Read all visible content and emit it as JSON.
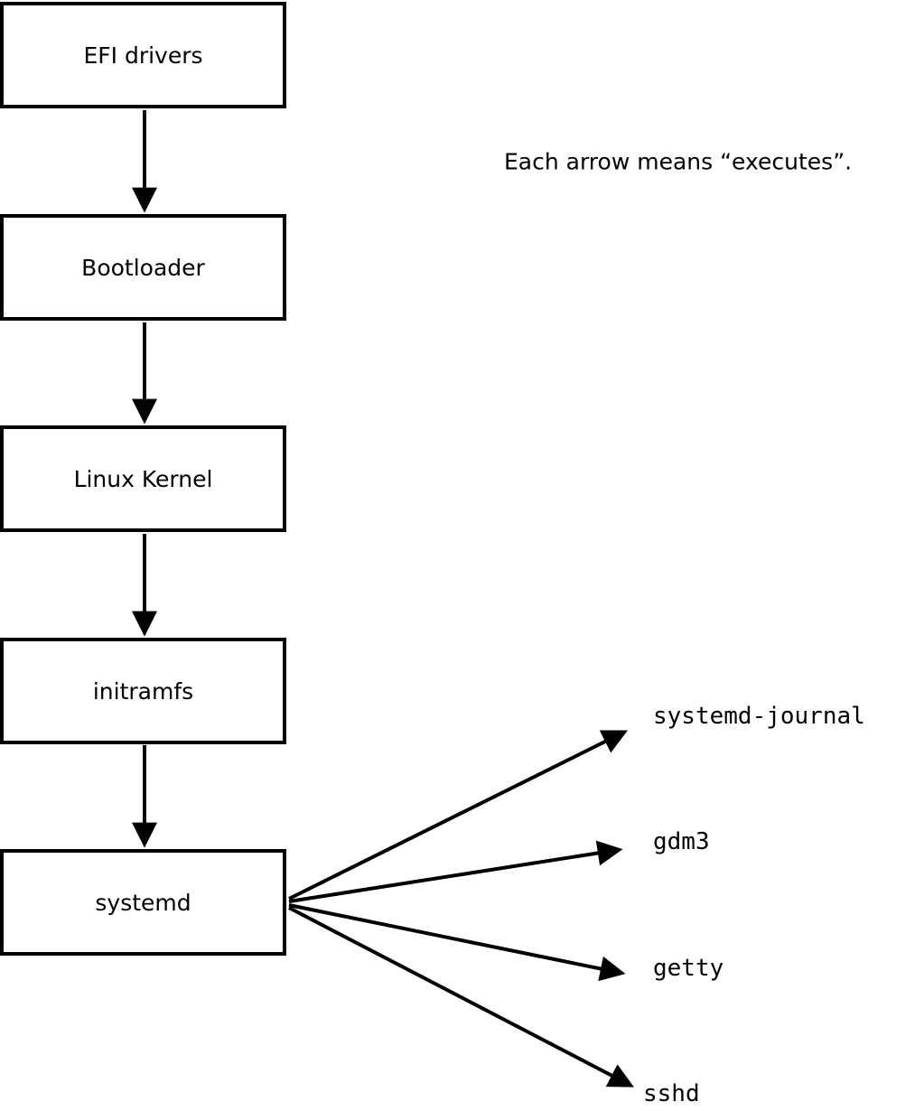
{
  "diagram": {
    "annotation": "Each arrow means “executes”.",
    "chain": [
      {
        "label": "EFI drivers"
      },
      {
        "label": "Bootloader"
      },
      {
        "label": "Linux Kernel"
      },
      {
        "label": "initramfs"
      },
      {
        "label": "systemd"
      }
    ],
    "targets": [
      {
        "label": "systemd-journal"
      },
      {
        "label": "gdm3"
      },
      {
        "label": "getty"
      },
      {
        "label": "sshd"
      }
    ],
    "colors": {
      "stroke": "#000000",
      "background": "#ffffff"
    }
  }
}
